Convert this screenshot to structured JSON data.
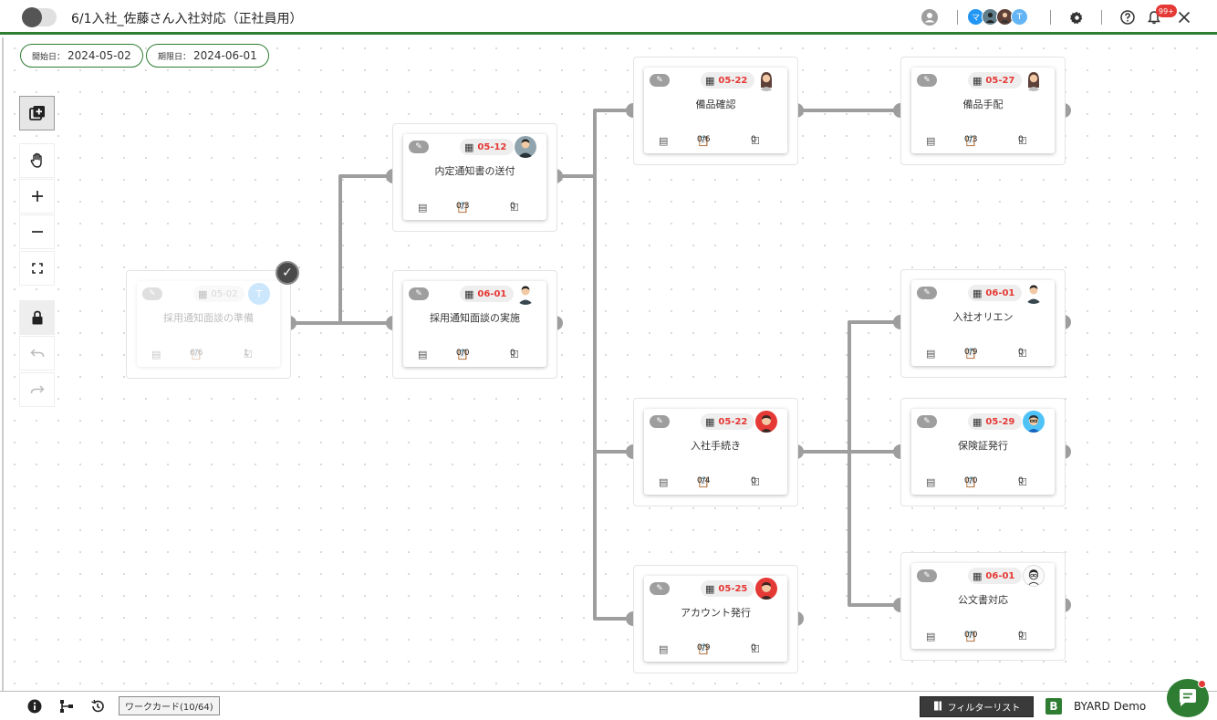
{
  "header": {
    "title": "6/1入社_佐藤さん入社対応（正社員用）",
    "members": [
      {
        "initial": "マ",
        "color": "#2196f3"
      },
      {
        "initial": "",
        "color": "#607d8b"
      },
      {
        "initial": "",
        "color": "#5d4037"
      },
      {
        "initial": "T",
        "color": "#64b5f6"
      }
    ],
    "notification_count": "99+"
  },
  "dates": {
    "start_label": "開始日：",
    "start_value": "2024-05-02",
    "due_label": "期限日：",
    "due_value": "2024-06-01"
  },
  "colors": {
    "accent": "#2e7d32",
    "due_date": "#e53935",
    "edge": "#9e9e9e"
  },
  "cards": [
    {
      "title": "採用通知面談の準備",
      "date": "05-02",
      "avatar": "T",
      "avatar_color": "#64b5f6",
      "checklist": "6/6",
      "tasks": "1",
      "completed": true
    },
    {
      "title": "内定通知書の送付",
      "date": "05-12",
      "avatar": "",
      "avatar_color": "#455a64",
      "checklist": "0/3",
      "tasks": "0",
      "completed": false
    },
    {
      "title": "採用通知面談の実施",
      "date": "06-01",
      "avatar": "",
      "avatar_color": "#37474f",
      "checklist": "0/0",
      "tasks": "0",
      "completed": false
    },
    {
      "title": "備品確認",
      "date": "05-22",
      "avatar": "",
      "avatar_color": "#8d6e63",
      "checklist": "0/6",
      "tasks": "0",
      "completed": false
    },
    {
      "title": "備品手配",
      "date": "05-27",
      "avatar": "",
      "avatar_color": "#8d6e63",
      "checklist": "0/3",
      "tasks": "0",
      "completed": false
    },
    {
      "title": "入社手続き",
      "date": "05-22",
      "avatar": "",
      "avatar_color": "#e53935",
      "checklist": "0/4",
      "tasks": "0",
      "completed": false
    },
    {
      "title": "アカウント発行",
      "date": "05-25",
      "avatar": "",
      "avatar_color": "#e53935",
      "checklist": "0/9",
      "tasks": "0",
      "completed": false
    },
    {
      "title": "入社オリエン",
      "date": "06-01",
      "avatar": "",
      "avatar_color": "#37474f",
      "checklist": "0/9",
      "tasks": "0",
      "completed": false
    },
    {
      "title": "保険証発行",
      "date": "05-29",
      "avatar": "",
      "avatar_color": "#4fc3f7",
      "checklist": "0/0",
      "tasks": "0",
      "completed": false
    },
    {
      "title": "公文書対応",
      "date": "06-01",
      "avatar": "",
      "avatar_color": "#fafafa",
      "checklist": "0/0",
      "tasks": "0",
      "completed": false
    }
  ],
  "footer": {
    "workcard_count": "ワークカード(10/64)",
    "filter_label": "フィルターリスト",
    "brand_initial": "B",
    "brand_name": "BYARD Demo"
  }
}
